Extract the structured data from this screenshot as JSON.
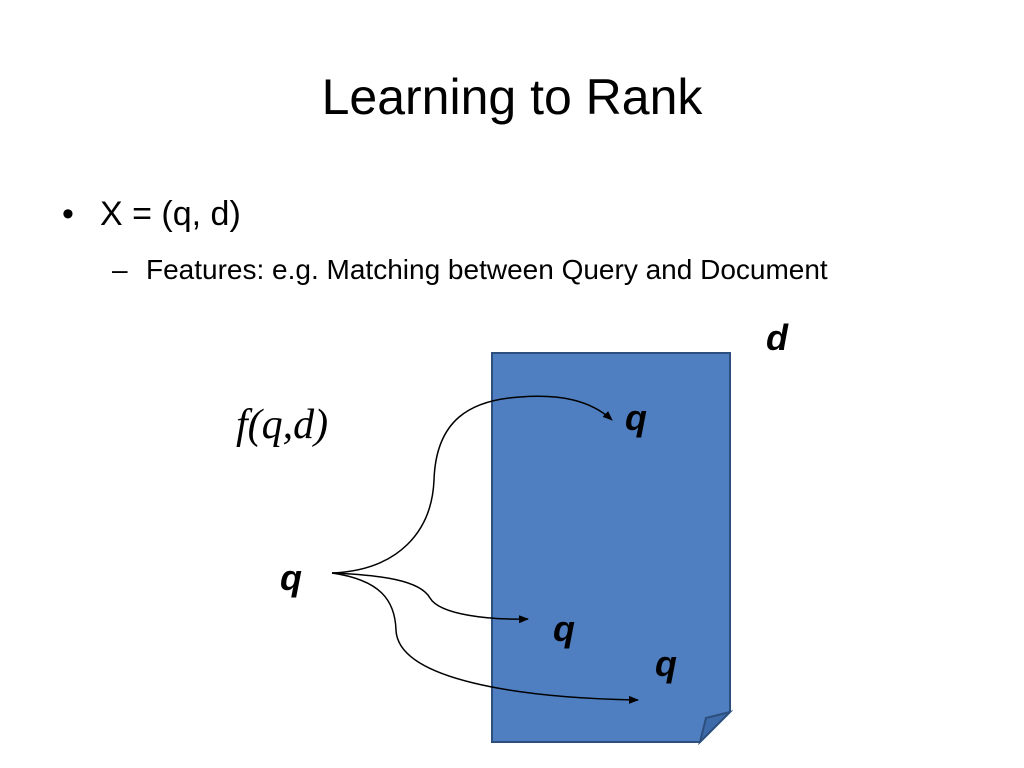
{
  "slide": {
    "title": "Learning to Rank",
    "bullet": {
      "marker": "•",
      "text": "X = (q, d)"
    },
    "sub_bullet": {
      "marker": "–",
      "text": "Features: e.g. Matching between Query and Document"
    }
  },
  "diagram": {
    "document_label": "d",
    "function_label": "f(q,d)",
    "query_source_label": "q",
    "query_match_labels": [
      "q",
      "q",
      "q"
    ],
    "colors": {
      "document_fill": "#4f7fc1",
      "document_stroke": "#2c4f7e",
      "arrow": "#000000"
    }
  }
}
